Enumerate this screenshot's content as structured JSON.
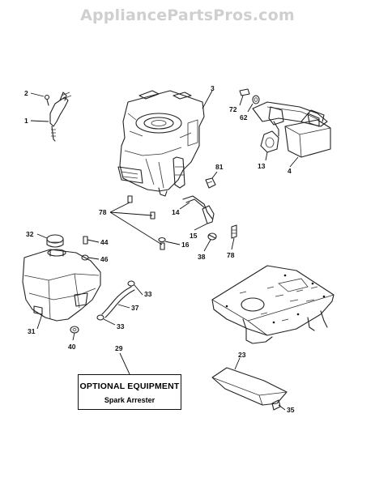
{
  "watermark": "AppliancePartsPros.com",
  "callouts": {
    "c2": "2",
    "c1": "1",
    "c3": "3",
    "c72": "72",
    "c62": "62",
    "c13": "13",
    "c4": "4",
    "c81": "81",
    "c78a": "78",
    "c14": "14",
    "c15": "15",
    "c32": "32",
    "c44": "44",
    "c46": "46",
    "c16": "16",
    "c38": "38",
    "c78b": "78",
    "c33a": "33",
    "c31": "31",
    "c37": "37",
    "c33b": "33",
    "c40": "40",
    "c29": "29",
    "c23": "23",
    "c35": "35"
  },
  "optional_box": {
    "title": "OPTIONAL EQUIPMENT",
    "subtitle": "Spark Arrester"
  }
}
